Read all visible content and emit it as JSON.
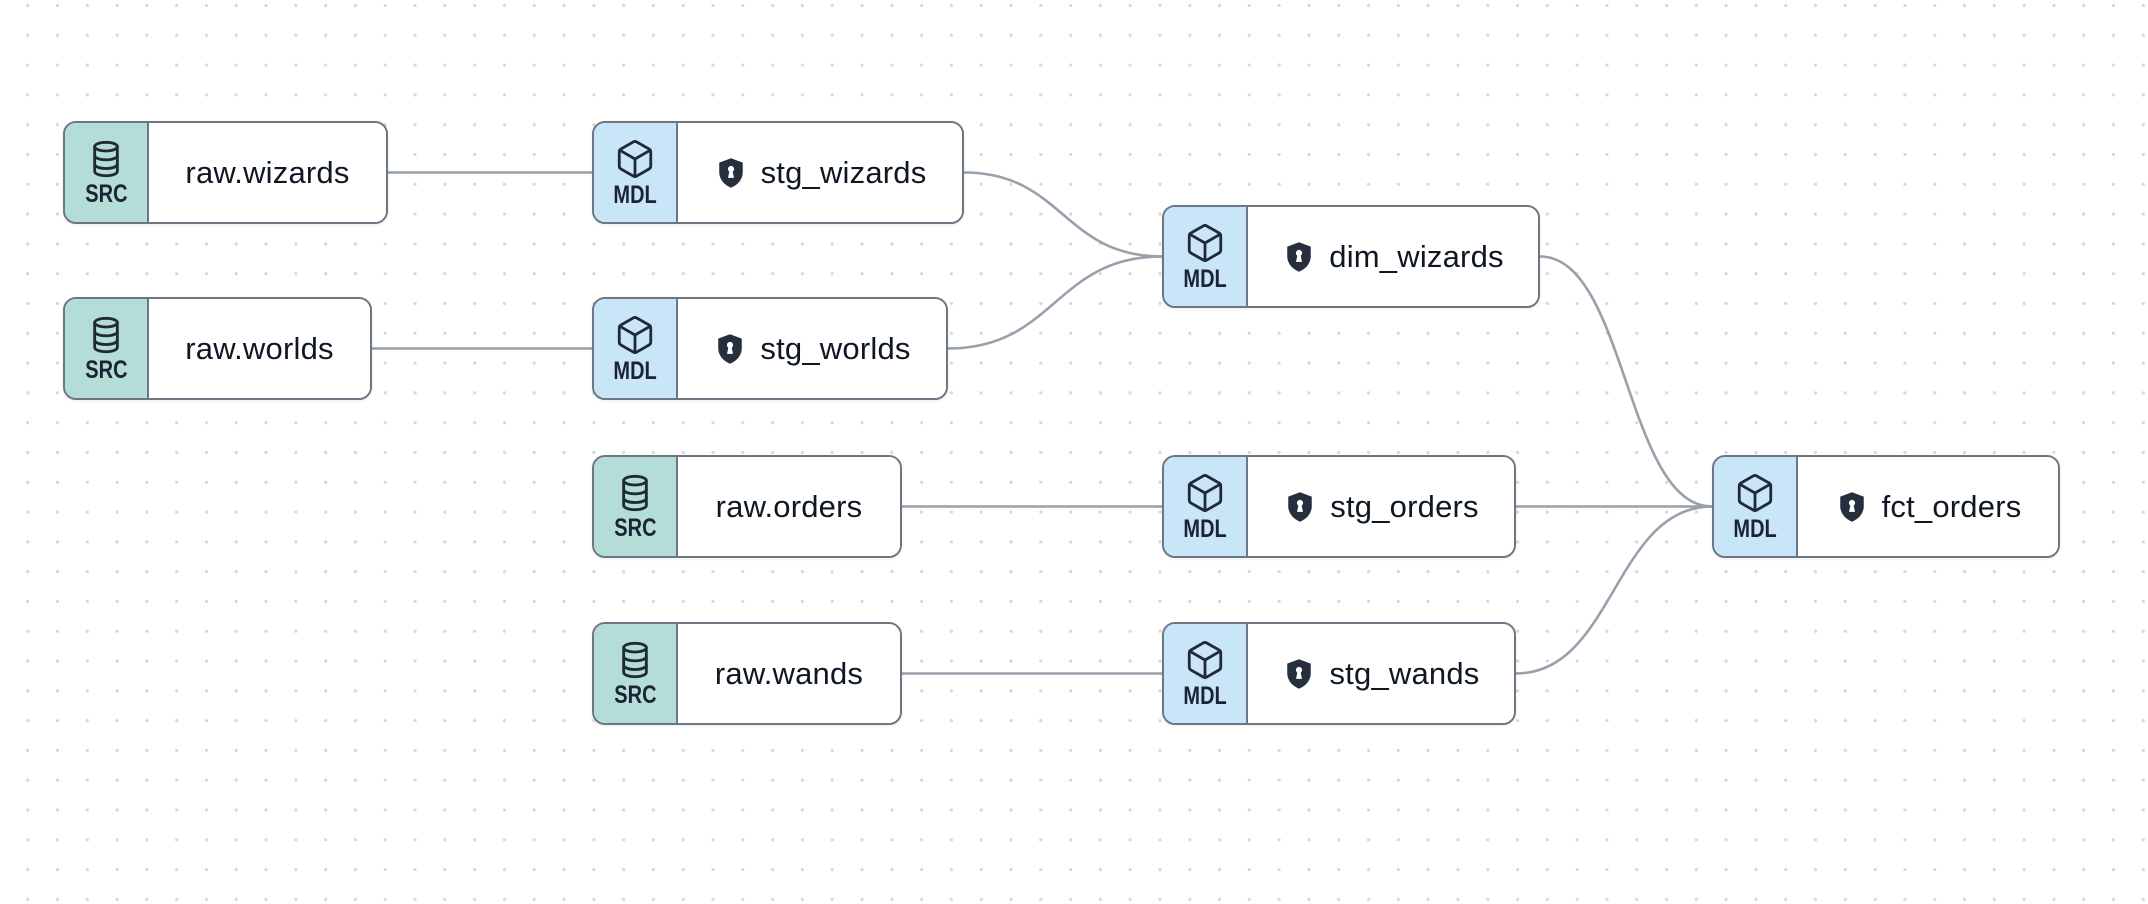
{
  "diagram": {
    "type": "data-lineage-dag",
    "background": "#ffffff",
    "dot_grid_color": "#d8d8d8"
  },
  "colors": {
    "src_badge_bg": "#b4ddd8",
    "mdl_badge_bg": "#c9e5f8",
    "node_border": "#6e7683",
    "edge": "#97a0ab",
    "label_text": "#0f1722",
    "shield_fill": "#252f3e"
  },
  "nodes": [
    {
      "kind": "SRC",
      "label": "raw.wizards",
      "icon": "database-icon",
      "shield": false
    },
    {
      "kind": "MDL",
      "label": "stg_wizards",
      "icon": "cube-icon",
      "shield": true
    },
    {
      "kind": "SRC",
      "label": "raw.worlds",
      "icon": "database-icon",
      "shield": false
    },
    {
      "kind": "MDL",
      "label": "stg_worlds",
      "icon": "cube-icon",
      "shield": true
    },
    {
      "kind": "MDL",
      "label": "dim_wizards",
      "icon": "cube-icon",
      "shield": true
    },
    {
      "kind": "SRC",
      "label": "raw.orders",
      "icon": "database-icon",
      "shield": false
    },
    {
      "kind": "MDL",
      "label": "stg_orders",
      "icon": "cube-icon",
      "shield": true
    },
    {
      "kind": "SRC",
      "label": "raw.wands",
      "icon": "database-icon",
      "shield": false
    },
    {
      "kind": "MDL",
      "label": "stg_wands",
      "icon": "cube-icon",
      "shield": true
    },
    {
      "kind": "MDL",
      "label": "fct_orders",
      "icon": "cube-icon",
      "shield": true
    }
  ],
  "edges": [
    {
      "from": "raw.wizards",
      "to": "stg_wizards"
    },
    {
      "from": "raw.worlds",
      "to": "stg_worlds"
    },
    {
      "from": "stg_wizards",
      "to": "dim_wizards"
    },
    {
      "from": "stg_worlds",
      "to": "dim_wizards"
    },
    {
      "from": "raw.orders",
      "to": "stg_orders"
    },
    {
      "from": "raw.wands",
      "to": "stg_wands"
    },
    {
      "from": "dim_wizards",
      "to": "fct_orders"
    },
    {
      "from": "stg_orders",
      "to": "fct_orders"
    },
    {
      "from": "stg_wands",
      "to": "fct_orders"
    }
  ]
}
